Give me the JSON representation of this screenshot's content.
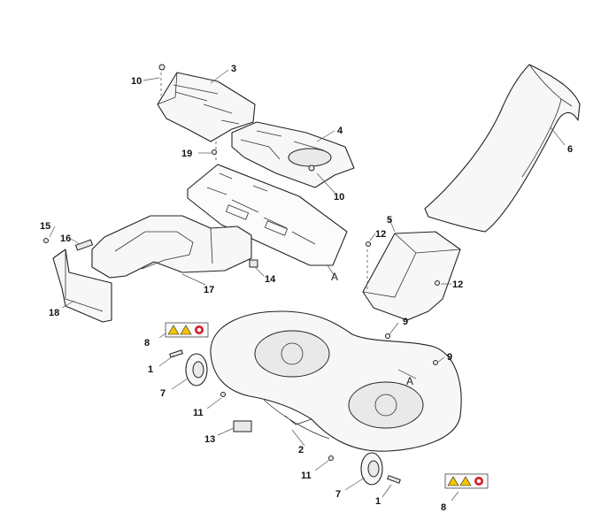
{
  "labels": {
    "l1a": "1",
    "l1b": "1",
    "l2": "2",
    "l3": "3",
    "l4": "4",
    "l5": "5",
    "l6": "6",
    "l7a": "7",
    "l7b": "7",
    "l8a": "8",
    "l8b": "8",
    "l9a": "9",
    "l9b": "9",
    "l10a": "10",
    "l10b": "10",
    "l11a": "11",
    "l11b": "11",
    "l12a": "12",
    "l12b": "12",
    "l13": "13",
    "l14": "14",
    "l15": "15",
    "l16": "16",
    "l17": "17",
    "l18": "18",
    "l19": "19",
    "refA1": "A",
    "refA2": "A"
  },
  "colors": {
    "warning": "#f2c500",
    "prohibit": "#d2202a"
  }
}
